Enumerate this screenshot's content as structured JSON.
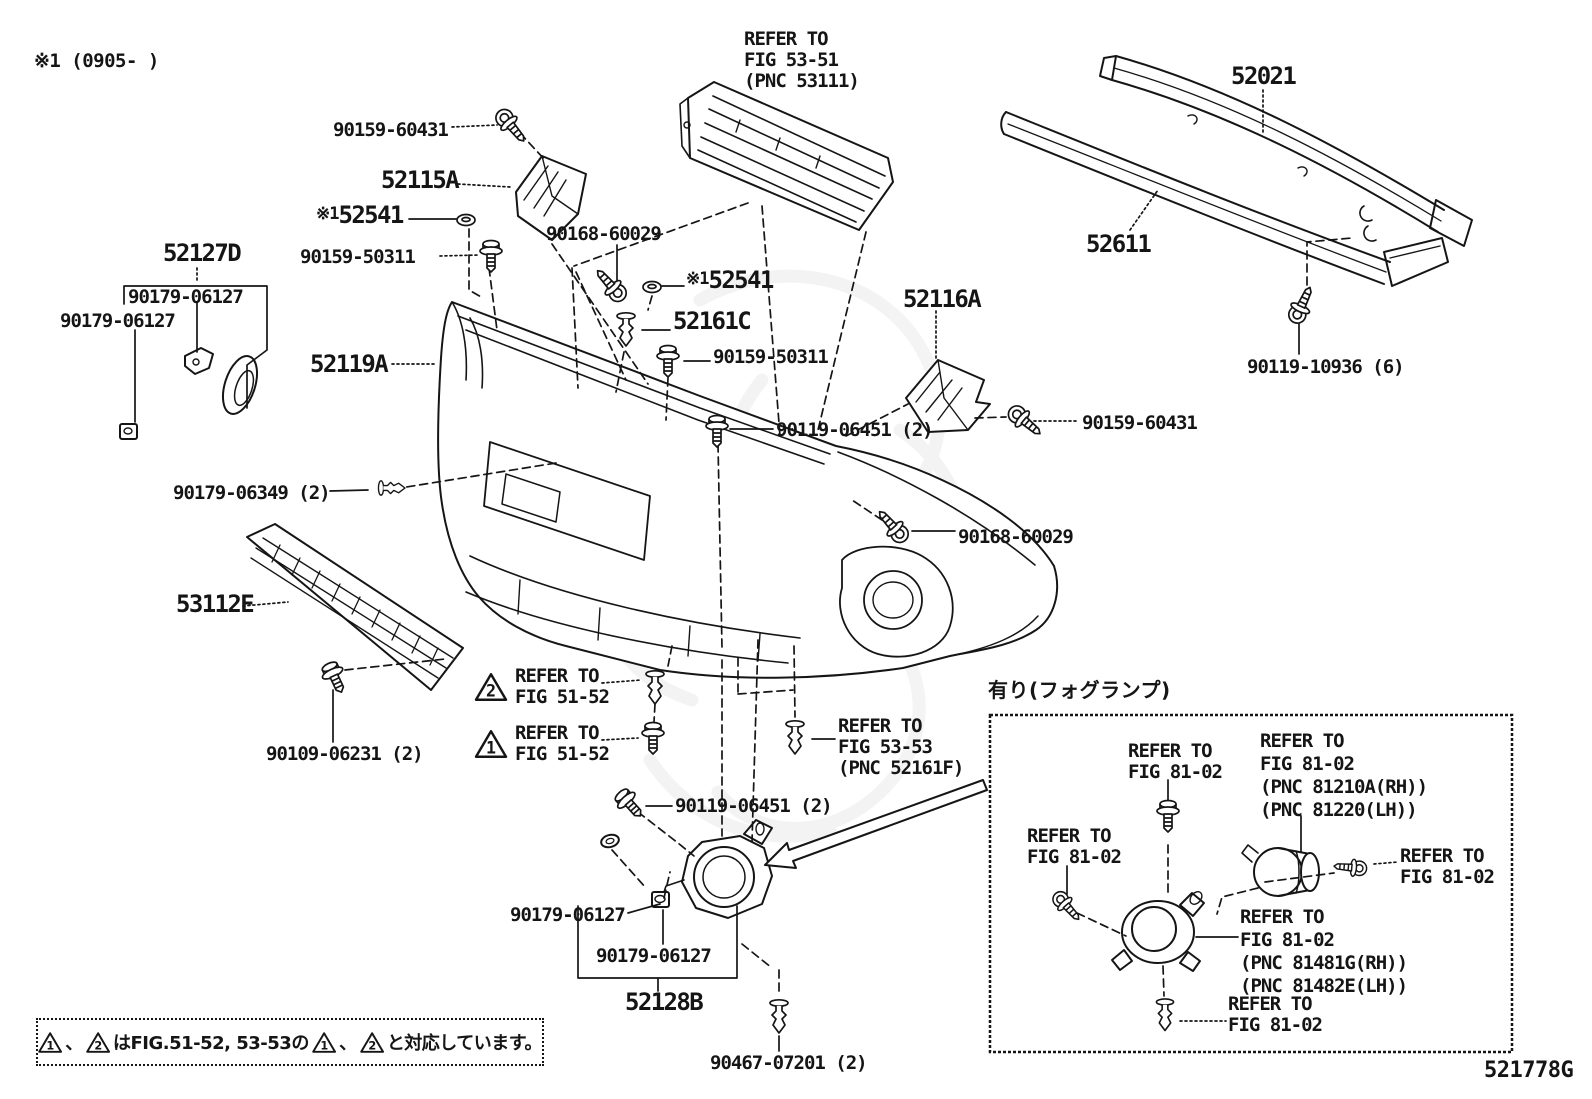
{
  "page": {
    "top_note": "※1 (0905-      )",
    "doc_code": "521778G"
  },
  "fog_section": {
    "title": "有り(フォグランプ)"
  },
  "labels": {
    "p90159_60431_a": "90159-60431",
    "p52115A": "52115A",
    "p52541_prefix_a": "※1",
    "p52541_a": "52541",
    "p90159_50311_a": "90159-50311",
    "p52127D": "52127D",
    "p90179_06127_a": "90179-06127",
    "p90179_06127_b": "90179-06127",
    "p52119A": "52119A",
    "p90168_60029_a": "90168-60029",
    "p52541_prefix_b": "※1",
    "p52541_b": "52541",
    "p52161C": "52161C",
    "p90159_50311_b": "90159-50311",
    "p52116A": "52116A",
    "p90119_06451_a": "90119-06451 (2)",
    "p90159_60431_b": "90159-60431",
    "p52021": "52021",
    "p52611": "52611",
    "p90119_10936": "90119-10936 (6)",
    "p90168_60029_b": "90168-60029",
    "p90179_06349": "90179-06349 (2)",
    "p53112E": "53112E",
    "p90109_06231": "90109-06231 (2)",
    "p90119_06451_b": "90119-06451 (2)",
    "p90179_06127_c": "90179-06127",
    "p90179_06127_d": "90179-06127",
    "p52128B": "52128B",
    "p90467_07201": "90467-07201 (2)"
  },
  "refers": {
    "fig5351": "REFER TO\nFIG 53-51\n(PNC 53111)",
    "fig5152_tri2": "REFER TO\nFIG 51-52",
    "fig5152_tri1": "REFER TO\nFIG 51-52",
    "fig5353": "REFER TO\nFIG 53-53\n(PNC 52161F)",
    "fig8102_top": "REFER TO\nFIG 81-02",
    "fig8102_lamp": "REFER TO\nFIG 81-02\n(PNC 81210A(RH))\n(PNC 81220(LH))",
    "fig8102_left": "REFER TO\nFIG 81-02",
    "fig8102_right": "REFER TO\nFIG 81-02",
    "fig8102_bracket": "REFER TO\nFIG 81-02\n(PNC 81481G(RH))\n(PNC 81482E(LH))",
    "fig8102_bottom": "REFER TO\nFIG 81-02",
    "tri1": "1",
    "tri2": "2"
  },
  "note_box": {
    "tri_a": "1",
    "sep_a": "、",
    "tri_b": "2",
    "mid": "はFIG.51-52, 53-53の",
    "tri_c": "1",
    "sep_b": "、",
    "tri_d": "2",
    "end": "と対応しています。"
  }
}
